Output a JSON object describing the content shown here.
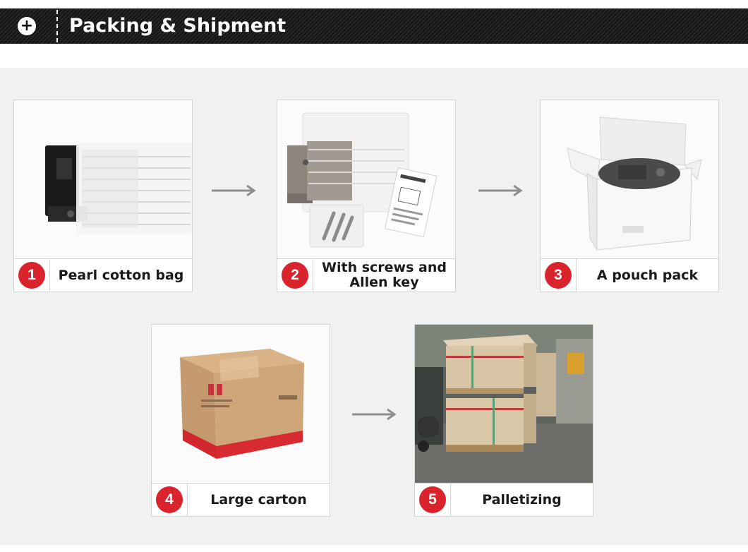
{
  "header": {
    "title": "Packing & Shipment",
    "icon": "plus-icon"
  },
  "steps": [
    {
      "number": "1",
      "label": "Pearl cotton bag"
    },
    {
      "number": "2",
      "label": "With screws and Allen key"
    },
    {
      "number": "3",
      "label": "A pouch pack"
    },
    {
      "number": "4",
      "label": "Large carton"
    },
    {
      "number": "5",
      "label": "Palletizing"
    }
  ],
  "colors": {
    "header_bg": "#1c1c1c",
    "step_badge": "#d9232d",
    "panel_bg": "#f1f1f1",
    "arrow": "#8e8e8e"
  }
}
